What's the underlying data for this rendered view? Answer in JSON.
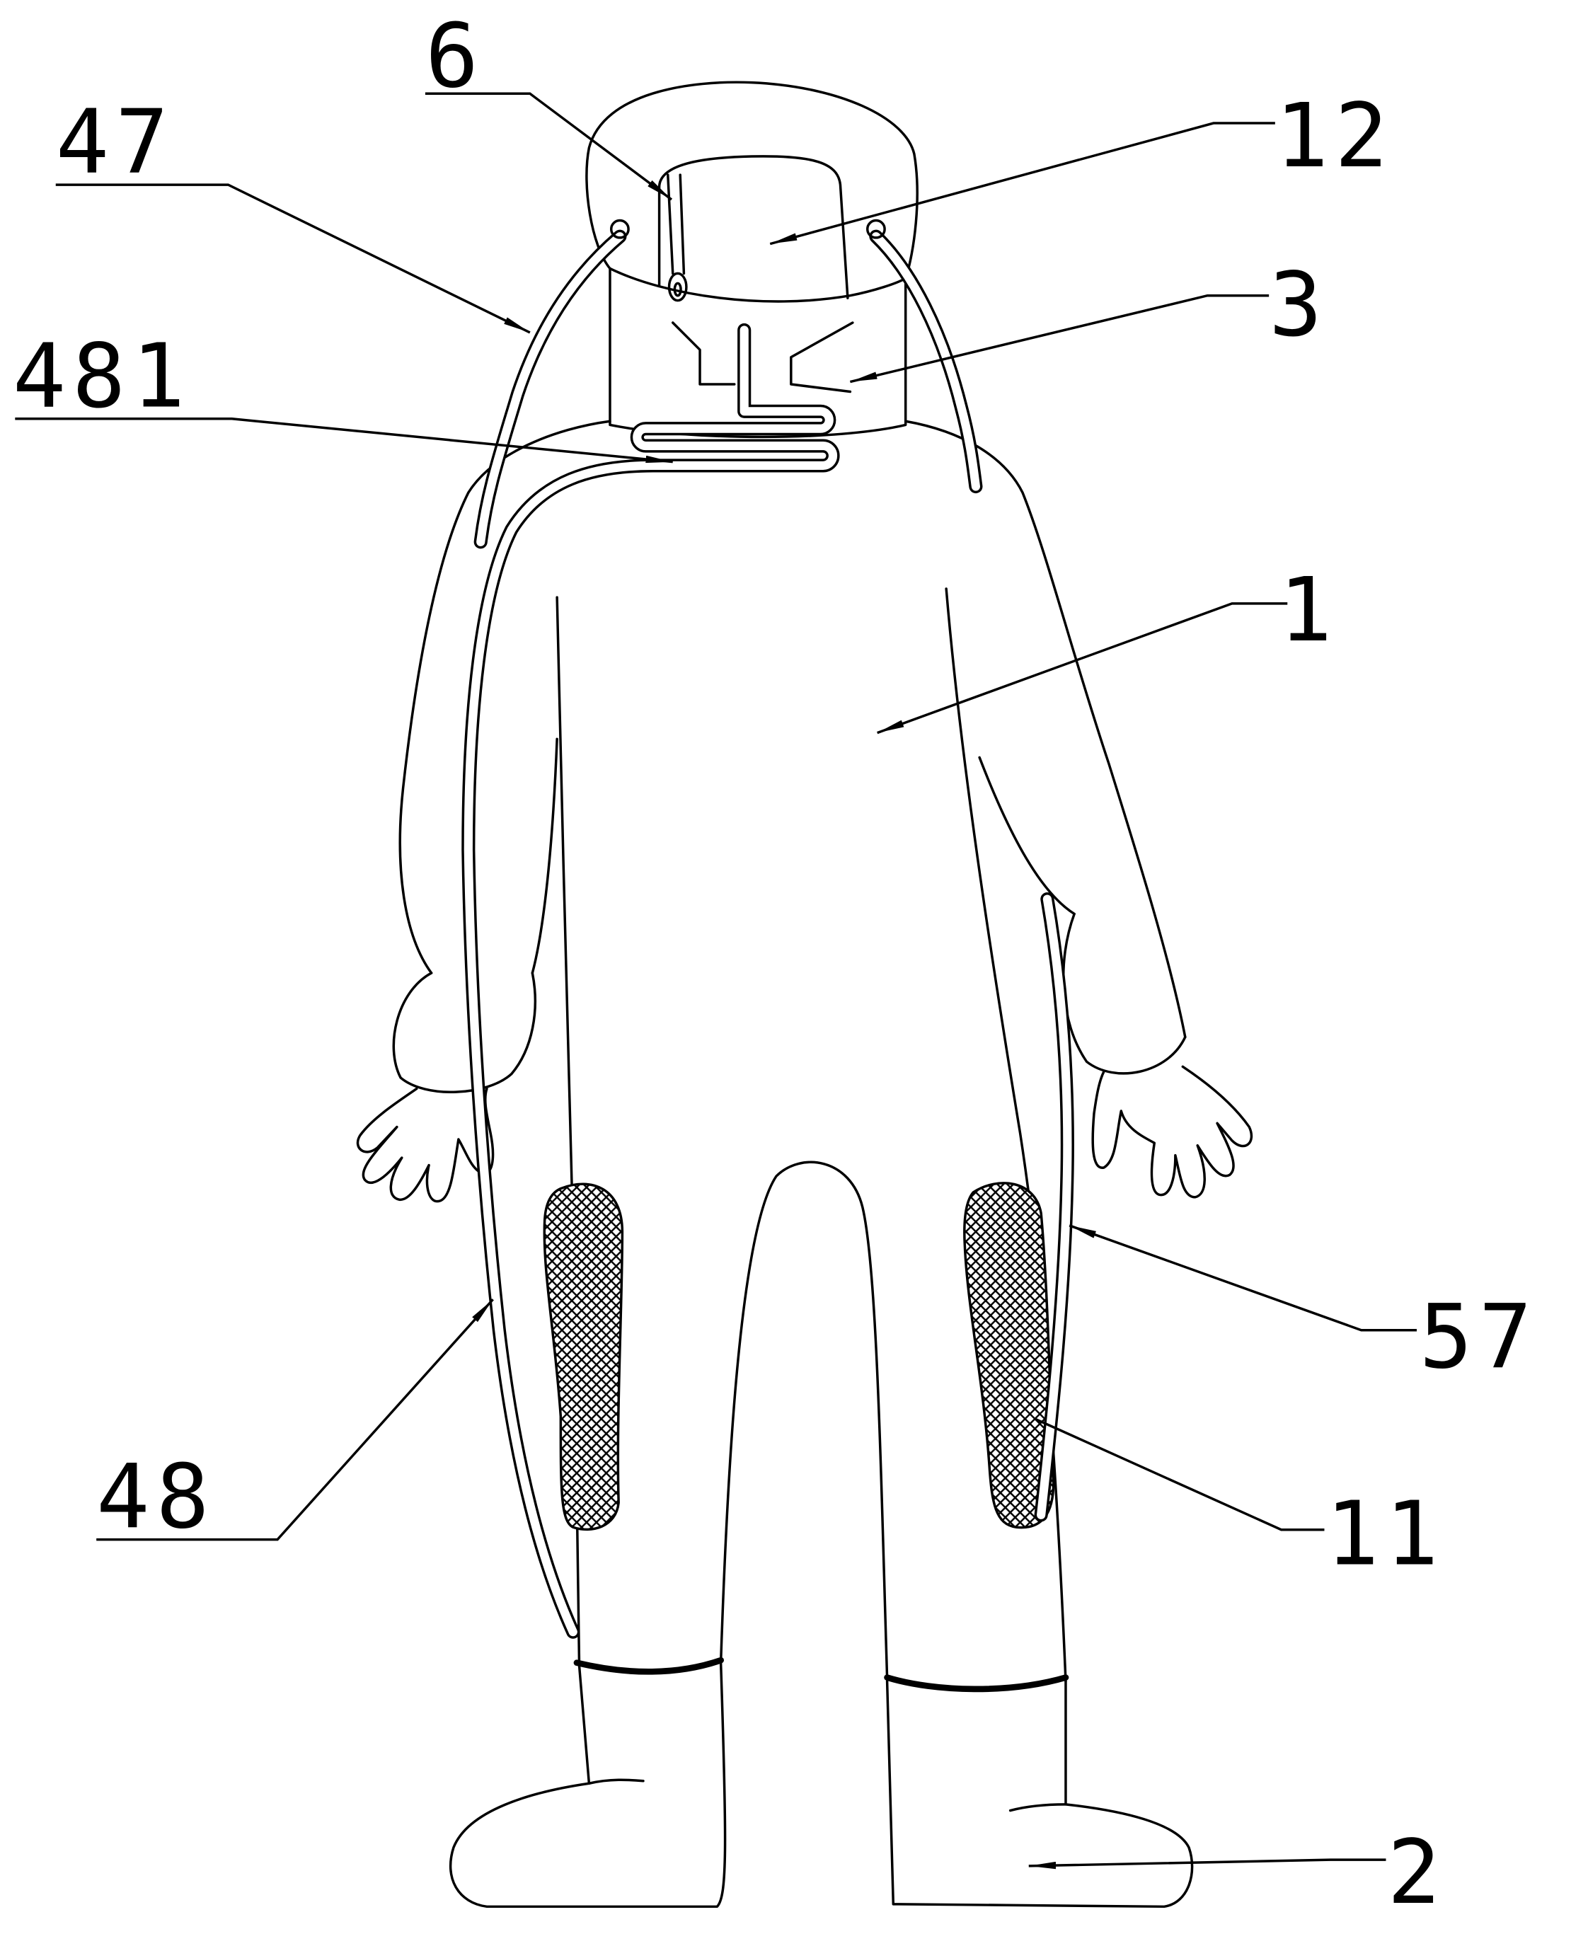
{
  "callouts": {
    "label_6": "6",
    "label_47": "47",
    "label_12": "12",
    "label_3": "3",
    "label_481": "481",
    "label_1": "1",
    "label_57": "57",
    "label_48": "48",
    "label_11": "11",
    "label_2": "2"
  },
  "colors": {
    "line": "#000000",
    "paper": "#ffffff"
  }
}
